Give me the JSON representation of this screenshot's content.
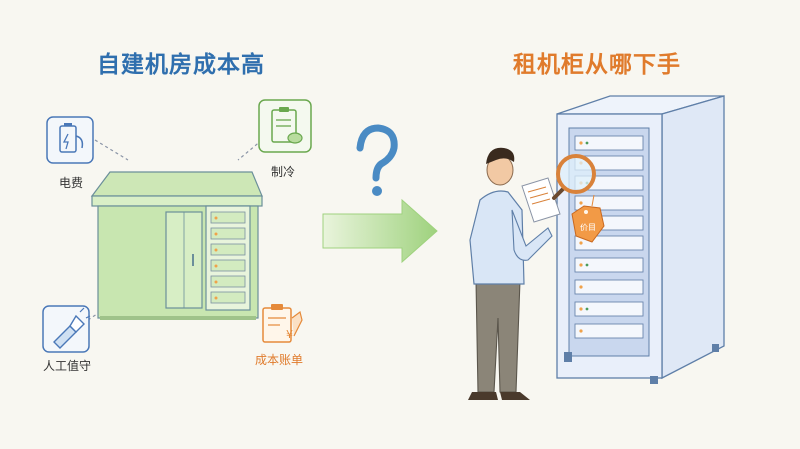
{
  "left": {
    "title": "自建机房成本高",
    "icons": [
      {
        "name": "electricity-cost",
        "icon": "battery-plug-icon",
        "label": "电费"
      },
      {
        "name": "cooling",
        "icon": "clipboard-leaf-icon",
        "label": "制冷"
      },
      {
        "name": "manual-duty",
        "icon": "flashlight-icon",
        "label": "人工值守"
      },
      {
        "name": "cost-bill",
        "icon": "yuan-bill-icon",
        "label": "成本账单"
      }
    ]
  },
  "right": {
    "title": "租机柜从哪下手",
    "tag_text": "价目"
  },
  "colors": {
    "left_title": "#2f6fae",
    "right_title": "#e07b2c",
    "blue_icon": "#4a78b8",
    "green_icon": "#6aa84f",
    "orange_icon": "#e58a3a",
    "arrow_green": "#a8d48c",
    "question_blue": "#4a8bc4"
  }
}
